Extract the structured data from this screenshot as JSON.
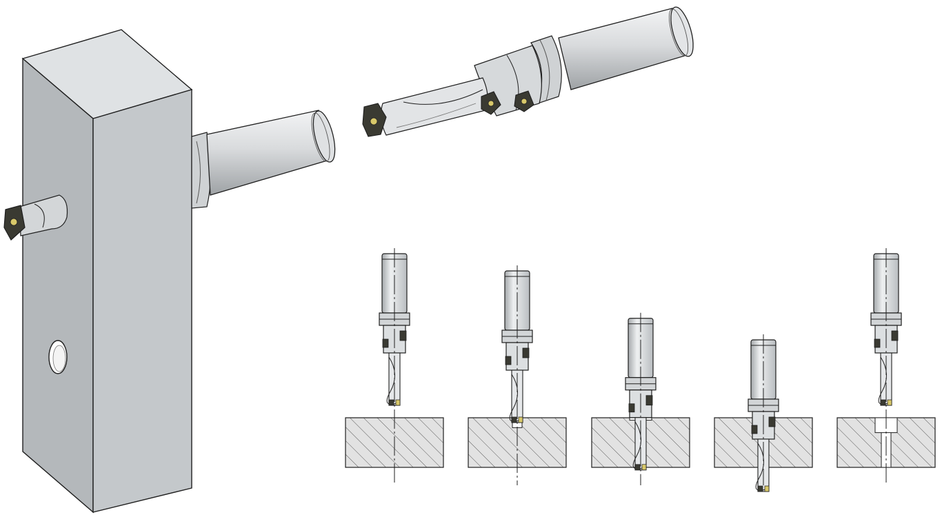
{
  "diagram": {
    "kind": "step-drill-process",
    "colors": {
      "block_front": "#a9adb0",
      "block_side": "#c2c6c9",
      "block_top": "#dcdfe1",
      "steel_light": "#e9ebec",
      "steel_mid": "#c6c9cb",
      "steel_dark": "#8d9194",
      "insert": "#3a3a32",
      "insert_accent": "#d8c86a",
      "outline": "#1f1f1f",
      "hatch": "#555555",
      "hatch_bg": "#e0e0e0"
    },
    "stages": [
      {
        "step": 1,
        "state": "approach",
        "tool_depth": 0.0,
        "hole_pilot": 0.0,
        "hole_counterbore": 0.0
      },
      {
        "step": 2,
        "state": "pilot-entry",
        "tool_depth": 0.2,
        "hole_pilot": 0.2,
        "hole_counterbore": 0.0
      },
      {
        "step": 3,
        "state": "counterbore-start",
        "tool_depth": 0.75,
        "hole_pilot": 1.0,
        "hole_counterbore": 0.05
      },
      {
        "step": 4,
        "state": "full-depth",
        "tool_depth": 1.0,
        "hole_pilot": 1.0,
        "hole_counterbore": 0.3
      },
      {
        "step": 5,
        "state": "retracted",
        "tool_depth": 0.0,
        "hole_pilot": 1.0,
        "hole_counterbore": 0.3
      }
    ]
  }
}
